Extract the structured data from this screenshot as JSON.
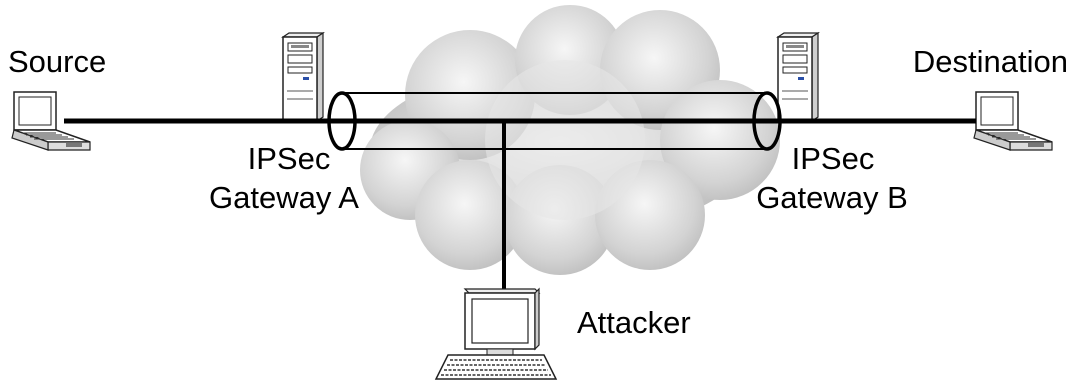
{
  "labels": {
    "source": "Source",
    "destination": "Destination",
    "gateway_a_line1": "IPSec",
    "gateway_a_line2": "Gateway A",
    "gateway_b_line1": "IPSec",
    "gateway_b_line2": "Gateway B",
    "attacker": "Attacker"
  },
  "icons": [
    "laptop-icon",
    "server-icon",
    "cloud-icon",
    "desktop-computer-icon",
    "keyboard-icon"
  ],
  "colors": {
    "line": "#000000",
    "cloud_light": "#f2f2f2",
    "cloud_mid": "#cfcfcf",
    "cloud_dark": "#b5b5b5",
    "device_body": "#ffffff",
    "device_stroke": "#222222"
  }
}
